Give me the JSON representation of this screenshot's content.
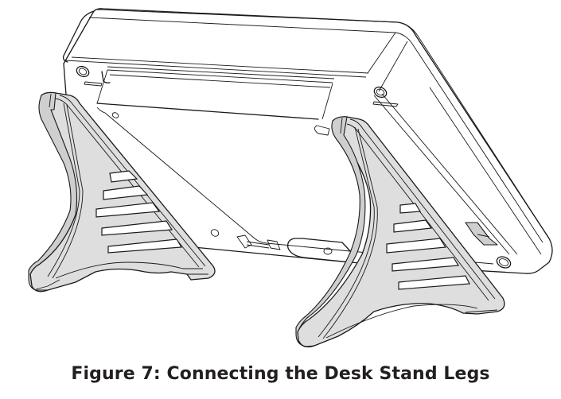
{
  "figure": {
    "number": "7",
    "caption": "Figure 7: Connecting the Desk Stand Legs",
    "illustration": "device-with-two-desk-stand-legs",
    "colors": {
      "line": "#1a1a1a",
      "leg_fill": "#dedede",
      "caption_text": "#231f20",
      "background": "#ffffff"
    }
  }
}
